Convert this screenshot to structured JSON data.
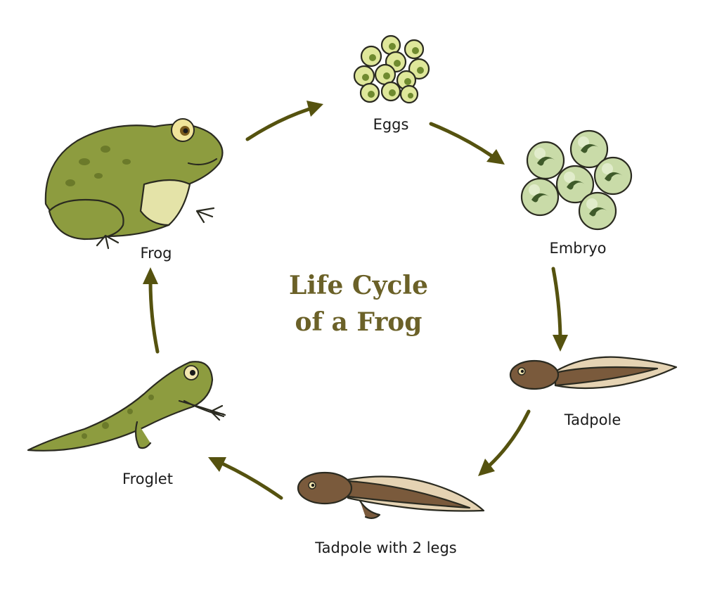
{
  "diagram": {
    "title_line1": "Life Cycle",
    "title_line2": "of a Frog",
    "stages": {
      "eggs": "Eggs",
      "embryo": "Embryo",
      "tadpole": "Tadpole",
      "tadpole_legs": "Tadpole with 2 legs",
      "froglet": "Froglet",
      "frog": "Frog"
    }
  },
  "colors": {
    "title": "#6b6128",
    "arrow": "#55520f",
    "frog_green": "#8d9c3f",
    "tadpole_brown": "#7a5a3c",
    "egg": "#dfe79a",
    "embryo_shell": "#c9dba8"
  }
}
